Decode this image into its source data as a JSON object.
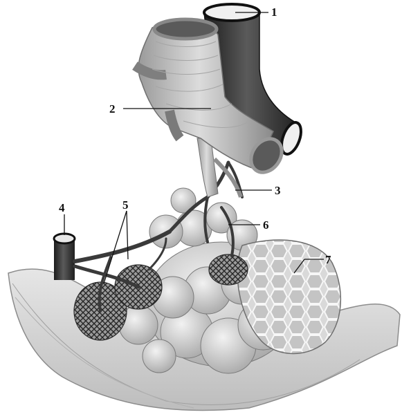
{
  "diagram": {
    "callouts": [
      {
        "id": "1",
        "label": "1"
      },
      {
        "id": "2",
        "label": "2"
      },
      {
        "id": "3",
        "label": "3"
      },
      {
        "id": "4",
        "label": "4"
      },
      {
        "id": "5",
        "label": "5"
      },
      {
        "id": "6",
        "label": "6"
      },
      {
        "id": "7",
        "label": "7"
      }
    ]
  },
  "colors": {
    "ink": "#111111",
    "tissue": "#d2d2d2",
    "vessel": "#3a3a3a",
    "alveolus": "#c8c8c8"
  }
}
